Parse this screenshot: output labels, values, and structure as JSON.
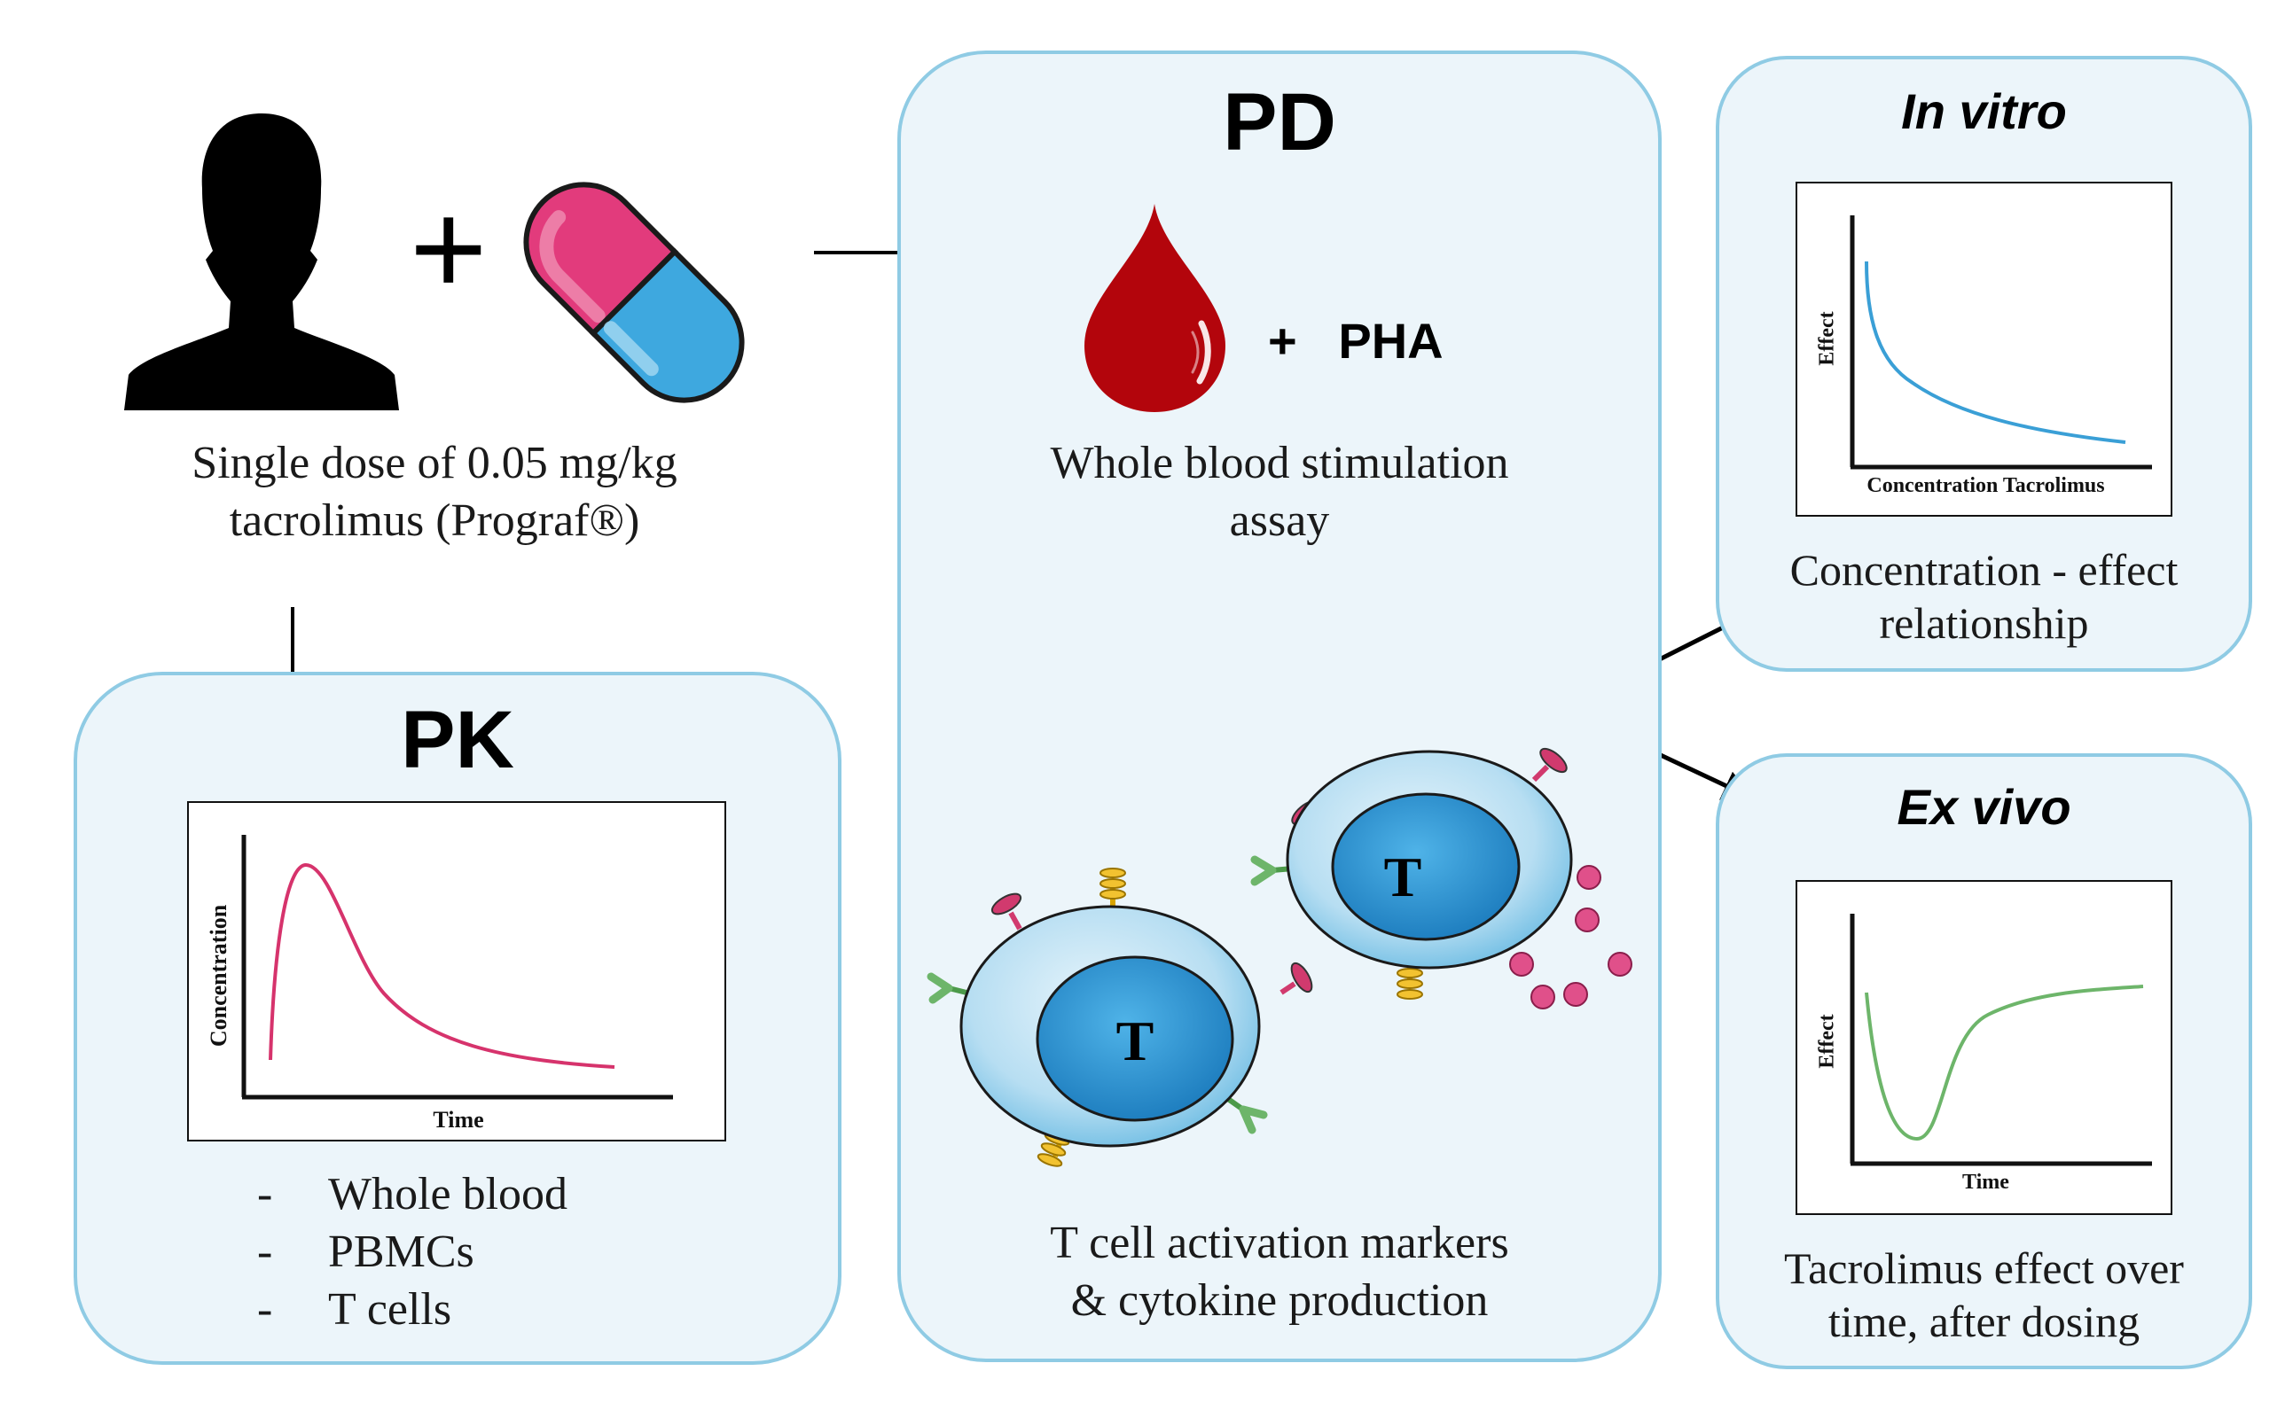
{
  "intro": {
    "plus": "+",
    "caption_line1": "Single dose of 0.05 mg/kg",
    "caption_line2": "tacrolimus (Prograf®)"
  },
  "pk": {
    "title": "PK",
    "graph": {
      "ylabel": "Concentration",
      "xlabel": "Time",
      "line_color": "#d6336c"
    },
    "list": [
      {
        "dash": "-",
        "label": "Whole blood"
      },
      {
        "dash": "-",
        "label": "PBMCs"
      },
      {
        "dash": "-",
        "label": "T cells"
      }
    ]
  },
  "pd": {
    "title": "PD",
    "plus_pha": "+   PHA",
    "assay_line1": "Whole blood stimulation",
    "assay_line2": "assay",
    "cell_letter": "T",
    "markers_line1": "T cell activation markers",
    "markers_line2": "& cytokine production"
  },
  "in_vitro": {
    "title": "In vitro",
    "graph": {
      "ylabel": "Effect",
      "xlabel": "Concentration Tacrolimus",
      "line_color": "#3a9fd6"
    },
    "caption_line1": "Concentration - effect",
    "caption_line2": "relationship"
  },
  "ex_vivo": {
    "title": "Ex vivo",
    "graph": {
      "ylabel": "Effect",
      "xlabel": "Time",
      "line_color": "#6db56a"
    },
    "caption_line1": "Tacrolimus effect over",
    "caption_line2": "time, after dosing"
  },
  "colors": {
    "panel_fill": "#ecf5fa",
    "panel_border": "#8fcbe4",
    "blood": "#b3050c",
    "capsule_pink": "#e23b7c",
    "capsule_blue": "#3ea8df"
  },
  "icons": [
    "person-silhouette-icon",
    "capsule-icon",
    "blood-drop-icon",
    "t-cell-icon",
    "cytokine-dot-icon",
    "arrow-icon"
  ]
}
